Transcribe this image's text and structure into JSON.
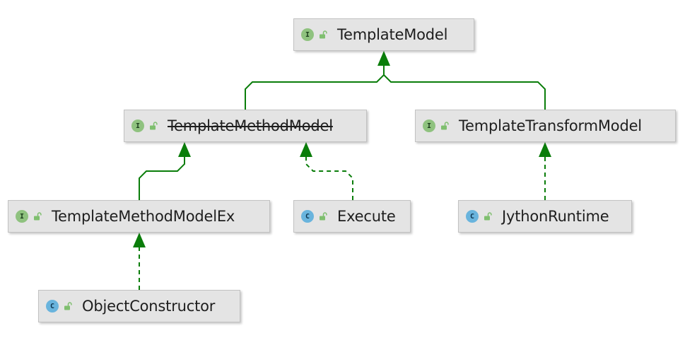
{
  "colors": {
    "edge": "#0a7d0a",
    "node_fill": "#e4e4e4",
    "interface_badge": "#8fc27f",
    "class_badge": "#69b4dd"
  },
  "badge_letters": {
    "interface": "I",
    "class": "C"
  },
  "nodes": [
    {
      "id": "template-model",
      "label": "TemplateModel",
      "kind": "interface",
      "deprecated": false
    },
    {
      "id": "template-method-model",
      "label": "TemplateMethodModel",
      "kind": "interface",
      "deprecated": true
    },
    {
      "id": "template-transform-model",
      "label": "TemplateTransformModel",
      "kind": "interface",
      "deprecated": false
    },
    {
      "id": "template-method-model-ex",
      "label": "TemplateMethodModelEx",
      "kind": "interface",
      "deprecated": false
    },
    {
      "id": "execute",
      "label": "Execute",
      "kind": "class",
      "deprecated": false
    },
    {
      "id": "jython-runtime",
      "label": "JythonRuntime",
      "kind": "class",
      "deprecated": false
    },
    {
      "id": "object-constructor",
      "label": "ObjectConstructor",
      "kind": "class",
      "deprecated": false
    }
  ],
  "edges": [
    {
      "from": "template-method-model",
      "to": "template-model",
      "type": "extends"
    },
    {
      "from": "template-transform-model",
      "to": "template-model",
      "type": "extends"
    },
    {
      "from": "template-method-model-ex",
      "to": "template-method-model",
      "type": "extends"
    },
    {
      "from": "execute",
      "to": "template-method-model",
      "type": "implements"
    },
    {
      "from": "jython-runtime",
      "to": "template-transform-model",
      "type": "implements"
    },
    {
      "from": "object-constructor",
      "to": "template-method-model-ex",
      "type": "implements"
    }
  ]
}
